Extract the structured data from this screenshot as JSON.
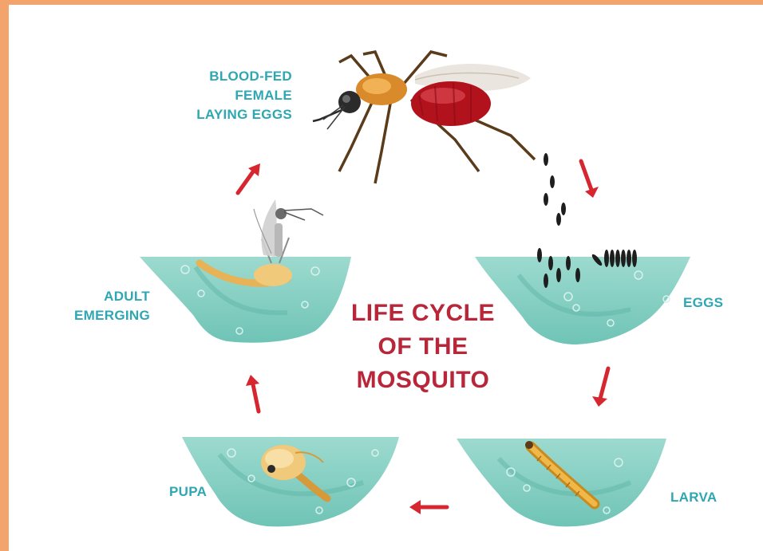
{
  "title_lines": [
    "LIFE CYCLE",
    "OF THE",
    "MOSQUITO"
  ],
  "stages": {
    "blood_fed": "BLOOD-FED\nFEMALE\nLAYING EGGS",
    "eggs": "EGGS",
    "larva": "LARVA",
    "pupa": "PUPA",
    "adult": "ADULT\nEMERGING"
  },
  "colors": {
    "label": "#2fa7b3",
    "title": "#b8263a",
    "arrow": "#d6262f",
    "water": "#8fd3c8",
    "water_dark": "#5fbcae",
    "frame": "#f3a36c"
  },
  "icons": [
    "mosquito-icon",
    "egg-icon",
    "larva-icon",
    "pupa-icon",
    "emerging-adult-icon",
    "cycle-arrow-icon"
  ]
}
